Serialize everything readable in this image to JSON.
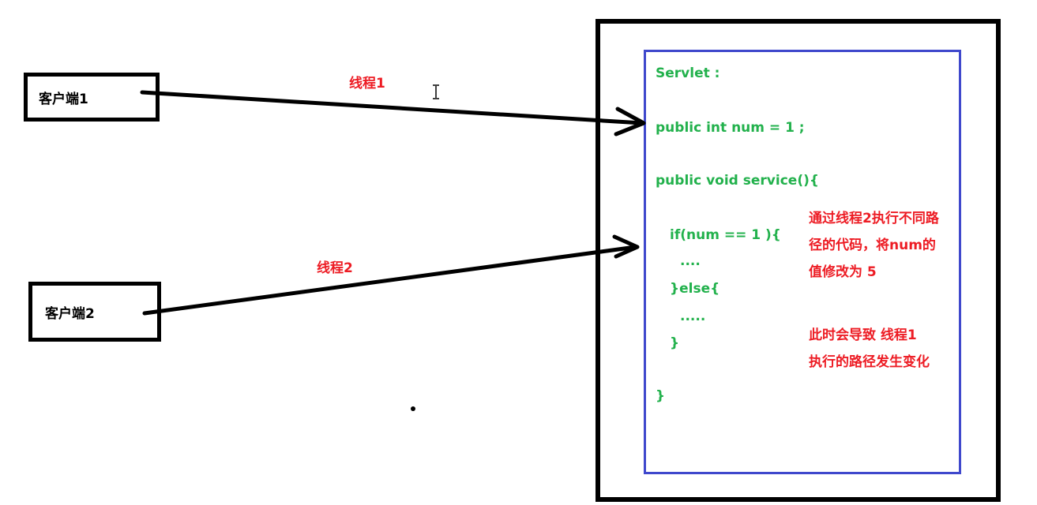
{
  "clients": [
    {
      "label": "客户端1"
    },
    {
      "label": "客户端2"
    }
  ],
  "threads": [
    {
      "label": "线程1"
    },
    {
      "label": "线程2"
    }
  ],
  "servlet": {
    "code_lines": [
      "Servlet :",
      "public int num = 1 ;",
      "public void service(){",
      "if(num == 1 ){",
      "....",
      "}else{",
      ".....",
      "}",
      "}"
    ]
  },
  "annotations": {
    "note1_lines": [
      "通过线程2执行不同路",
      "径的代码，将num的",
      "值修改为 5"
    ],
    "note2_lines": [
      "此时会导致 线程1",
      "执行的路径发生变化"
    ]
  },
  "colors": {
    "code_green": "#22b14c",
    "note_red": "#ed1c24",
    "servlet_border_blue": "#3f48cc",
    "line_black": "#000000"
  }
}
